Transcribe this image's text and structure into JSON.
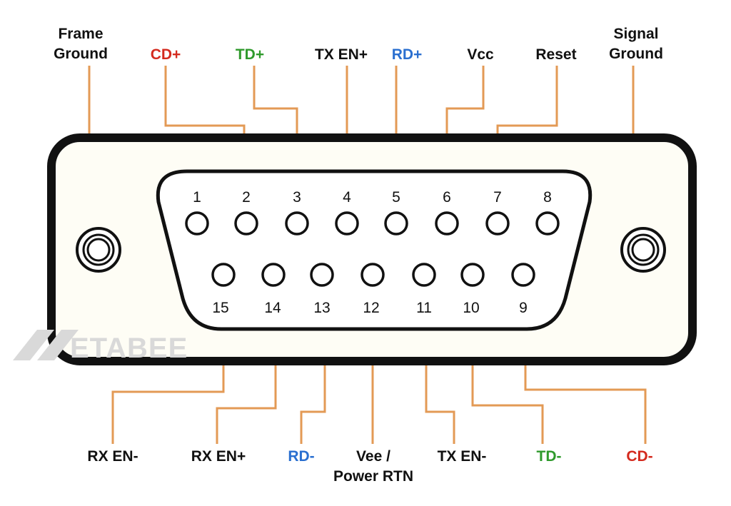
{
  "colors": {
    "wire": "#e39a55",
    "black": "#111111",
    "red": "#d42a1e",
    "green": "#2f9a2c",
    "blue": "#2a6fd0",
    "shell_fill": "#fefdf5",
    "watermark": "#d9d9d9"
  },
  "watermark": "ETABEE",
  "pins": [
    {
      "number": "1",
      "label": "Frame Ground",
      "label_lines": [
        "Frame",
        "Ground"
      ],
      "color": "black"
    },
    {
      "number": "2",
      "label": "CD+",
      "label_lines": [
        "CD+"
      ],
      "color": "red"
    },
    {
      "number": "3",
      "label": "TD+",
      "label_lines": [
        "TD+"
      ],
      "color": "green"
    },
    {
      "number": "4",
      "label": "TX EN+",
      "label_lines": [
        "TX EN+"
      ],
      "color": "black"
    },
    {
      "number": "5",
      "label": "RD+",
      "label_lines": [
        "RD+"
      ],
      "color": "blue"
    },
    {
      "number": "6",
      "label": "Vcc",
      "label_lines": [
        "Vcc"
      ],
      "color": "black"
    },
    {
      "number": "7",
      "label": "Reset",
      "label_lines": [
        "Reset"
      ],
      "color": "black"
    },
    {
      "number": "8",
      "label": "Signal Ground",
      "label_lines": [
        "Signal",
        "Ground"
      ],
      "color": "black"
    },
    {
      "number": "9",
      "label": "CD-",
      "label_lines": [
        "CD-"
      ],
      "color": "red"
    },
    {
      "number": "10",
      "label": "TD-",
      "label_lines": [
        "TD-"
      ],
      "color": "green"
    },
    {
      "number": "11",
      "label": "TX EN-",
      "label_lines": [
        "TX EN-"
      ],
      "color": "black"
    },
    {
      "number": "12",
      "label": "Vee / Power RTN",
      "label_lines": [
        "Vee /",
        "Power RTN"
      ],
      "color": "black"
    },
    {
      "number": "13",
      "label": "RD-",
      "label_lines": [
        "RD-"
      ],
      "color": "blue"
    },
    {
      "number": "14",
      "label": "RX EN+",
      "label_lines": [
        "RX EN+"
      ],
      "color": "black"
    },
    {
      "number": "15",
      "label": "RX EN-",
      "label_lines": [
        "RX EN-"
      ],
      "color": "black"
    }
  ]
}
